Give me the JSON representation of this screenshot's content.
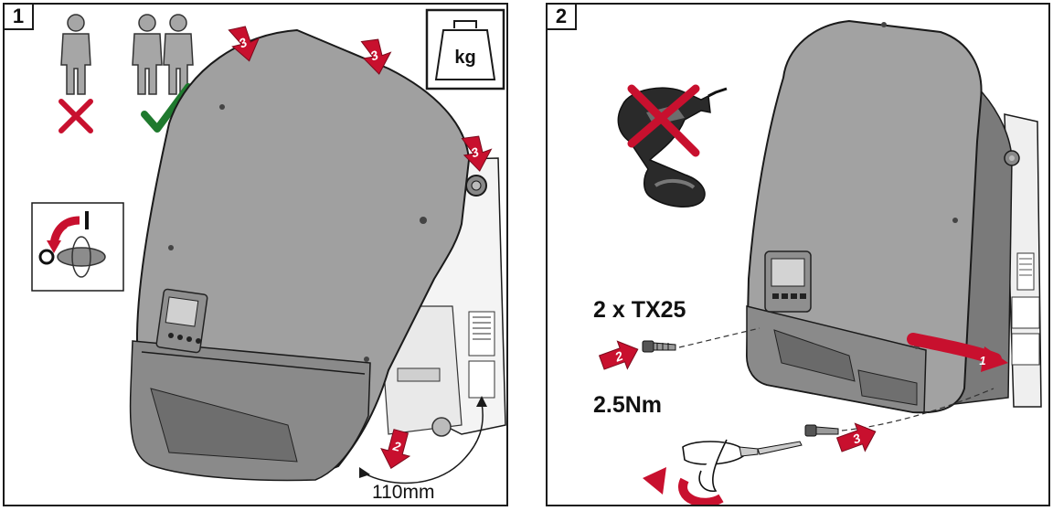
{
  "panels": [
    {
      "number": "1",
      "weight_label": "kg",
      "rotation_step": "1",
      "step2_label": "2",
      "step3_label": "3",
      "distance_label": "110mm"
    },
    {
      "number": "2",
      "screw_spec": "2 x TX25",
      "torque": "2.5Nm",
      "step1_label": "1",
      "step2_label": "2",
      "step3_label": "3"
    }
  ],
  "colors": {
    "accent_red": "#c8102e",
    "check_green": "#1f7a2e",
    "device_gray": "#9a9a9a",
    "outline": "#1a1a1a"
  },
  "icons": [
    "person-icon",
    "cross-icon",
    "checkmark-icon",
    "weight-icon",
    "switch-icon",
    "drill-icon",
    "screwdriver-icon",
    "screw-icon",
    "step-arrow-icon"
  ]
}
